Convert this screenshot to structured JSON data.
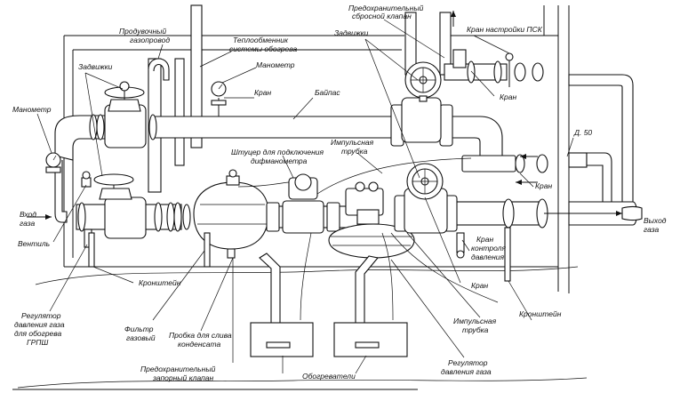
{
  "labels": {
    "purge_pipe": [
      "Продувочный",
      "газопровод"
    ],
    "heat_exchanger": [
      "Теплообменник",
      "системы обогрева"
    ],
    "manometer_top": "Манометр",
    "valves_left": "Задвижки",
    "manometer_left": "Манометр",
    "tap_mid": "Кран",
    "bypass": "Байпас",
    "relief_valve": [
      "Предохранительный",
      "сбросной клапан"
    ],
    "valves_right": "Задвижки",
    "psk_tap": "Кран настройки ПСК",
    "tap_right_top": "Кран",
    "fitting": [
      "Штуцер для подключения",
      "дифманометра"
    ],
    "impulse_tube_top": [
      "Импульсная",
      "трубка"
    ],
    "tap_right_mid": "Кран",
    "d50": "Д. 50",
    "gas_in": [
      "Вход",
      "газа"
    ],
    "valve_small": "Вентиль",
    "gas_out": [
      "Выход",
      "газа"
    ],
    "tap_control": [
      "Кран",
      "контроля",
      "давления"
    ],
    "bracket_mid": "Кронштейн",
    "tap_right_low": "Кран",
    "regulator_grpsh": [
      "Регулятор",
      "давления газа",
      "для обогрева",
      "ГРПШ"
    ],
    "gas_filter": [
      "Фильтр",
      "газовый"
    ],
    "drain_plug": [
      "Пробка для слива",
      "конденсата"
    ],
    "bracket_right": "Кронштейн",
    "impulse_tube_bottom": [
      "Импульсная",
      "трубка"
    ],
    "shutoff_valve": [
      "Предохранительный",
      "запорный клапан"
    ],
    "heaters": "Обогреватели",
    "gas_regulator": [
      "Регулятор",
      "давления газа"
    ]
  }
}
